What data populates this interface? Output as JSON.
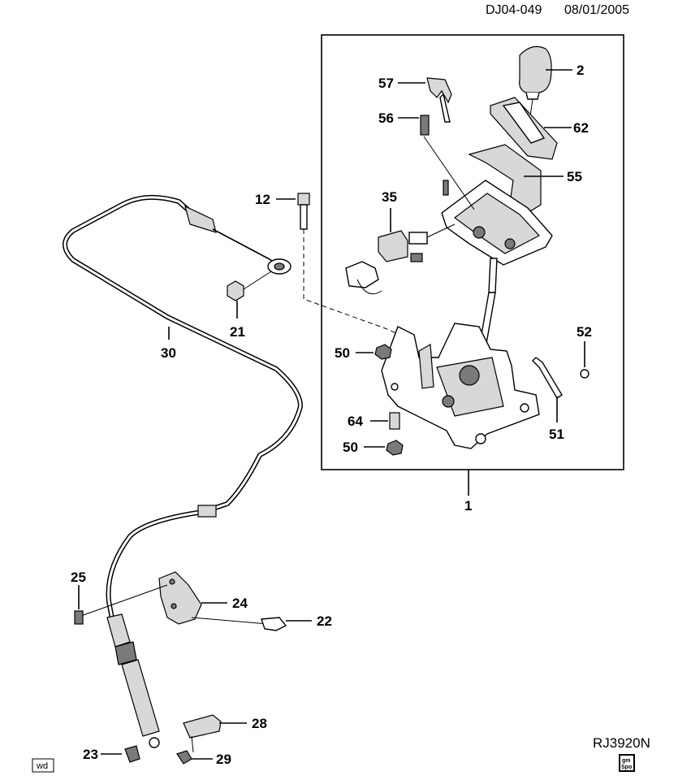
{
  "header": {
    "drawing_code": "DJ04-049",
    "date": "08/01/2005"
  },
  "footer": {
    "ref_code": "RJ3920N",
    "corner_tag": "wd",
    "logo_text_top": "gm",
    "logo_text_bottom": "Spo"
  },
  "callouts": {
    "c1": "1",
    "c2": "2",
    "c12": "12",
    "c21": "21",
    "c22": "22",
    "c23": "23",
    "c24": "24",
    "c25": "25",
    "c28": "28",
    "c29": "29",
    "c30": "30",
    "c35": "35",
    "c50a": "50",
    "c50b": "50",
    "c51": "51",
    "c52": "52",
    "c55": "55",
    "c56": "56",
    "c57": "57",
    "c62": "62",
    "c64": "64"
  }
}
